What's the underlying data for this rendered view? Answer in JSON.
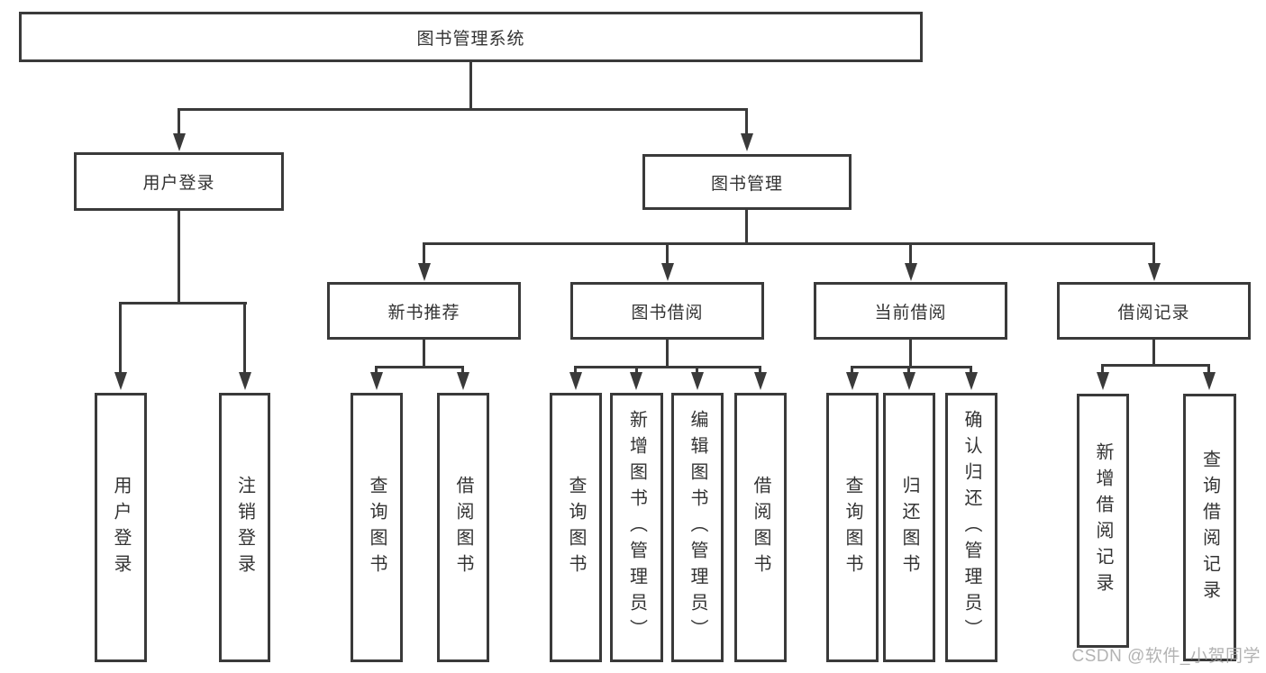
{
  "diagram_type": "tree-structure",
  "colors": {
    "line": "#3a3a3a",
    "text": "#333333",
    "background": "#ffffff",
    "watermark": "#a6a6a6"
  },
  "tree": {
    "root": {
      "label": "图书管理系统"
    },
    "children": [
      {
        "label": "用户登录",
        "children": [
          {
            "label": "用户登录"
          },
          {
            "label": "注销登录"
          }
        ]
      },
      {
        "label": "图书管理",
        "children": [
          {
            "label": "新书推荐",
            "children": [
              {
                "label": "查询图书"
              },
              {
                "label": "借阅图书"
              }
            ]
          },
          {
            "label": "图书借阅",
            "children": [
              {
                "label": "查询图书"
              },
              {
                "label": "新增图书（管理员）"
              },
              {
                "label": "编辑图书（管理员）"
              },
              {
                "label": "借阅图书"
              }
            ]
          },
          {
            "label": "当前借阅",
            "children": [
              {
                "label": "查询图书"
              },
              {
                "label": "归还图书"
              },
              {
                "label": "确认归还（管理员）"
              }
            ]
          },
          {
            "label": "借阅记录",
            "children": [
              {
                "label": "新增借阅记录"
              },
              {
                "label": "查询借阅记录"
              }
            ]
          }
        ]
      }
    ]
  },
  "watermark": "CSDN @软件_小贺同学"
}
